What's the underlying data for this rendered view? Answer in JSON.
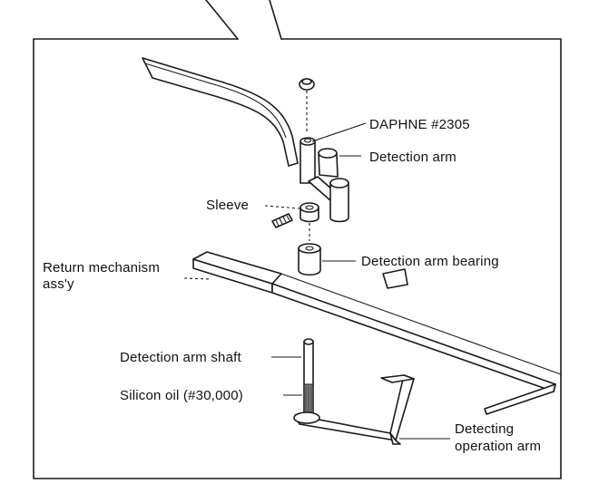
{
  "labels": {
    "daphne": "DAPHNE #2305",
    "detection_arm": "Detection arm",
    "sleeve": "Sleeve",
    "detection_arm_bearing": "Detection arm bearing",
    "return_mechanism_line1": "Return mechanism",
    "return_mechanism_line2": "ass'y",
    "detection_arm_shaft": "Detection arm shaft",
    "silicon_oil": "Silicon oil (#30,000)",
    "detecting_operation_arm_line1": "Detecting",
    "detecting_operation_arm_line2": "operation arm"
  },
  "icons": {
    "oil_marker": "shaded-oil-region"
  },
  "colors": {
    "line": "#1a1a1a",
    "oil_shade": "#7a7a7a",
    "background": "#ffffff"
  }
}
